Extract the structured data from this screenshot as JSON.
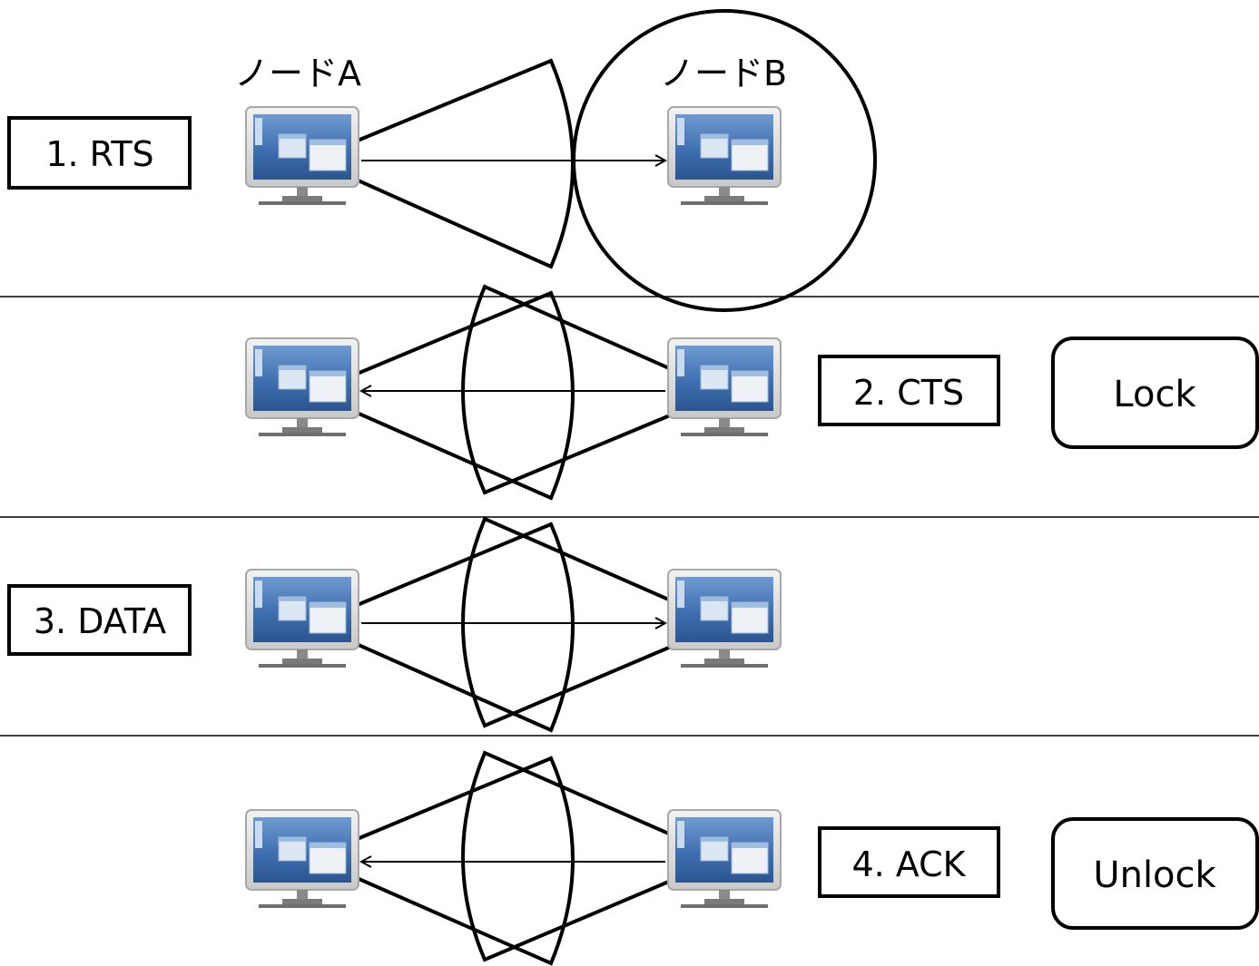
{
  "nodes": {
    "node_a": "ノードA",
    "node_b": "ノードB"
  },
  "steps": [
    {
      "label": "1. RTS",
      "direction": "A-to-B",
      "badge": ""
    },
    {
      "label": "2. CTS",
      "direction": "B-to-A",
      "badge": "Lock"
    },
    {
      "label": "3. DATA",
      "direction": "A-to-B",
      "badge": ""
    },
    {
      "label": "4. ACK",
      "direction": "B-to-A",
      "badge": "Unlock"
    }
  ],
  "icons": {
    "computer": "computer-monitor-icon"
  },
  "colors": {
    "line": "#000000",
    "screen_blue": "#3f6fb0",
    "screen_light": "#8fb4e0",
    "monitor_frame": "#d8d8d8",
    "window_fill": "#f0f0f0"
  }
}
